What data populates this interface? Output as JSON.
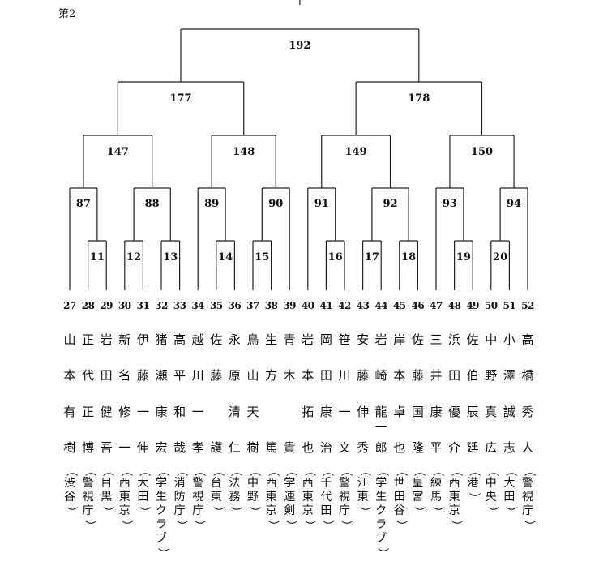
{
  "page_label": "第2",
  "bracket": {
    "final": {
      "id": "192"
    },
    "semis": [
      {
        "id": "177"
      },
      {
        "id": "178"
      }
    ],
    "quarters": [
      {
        "id": "147"
      },
      {
        "id": "148"
      },
      {
        "id": "149"
      },
      {
        "id": "150"
      }
    ],
    "r2": [
      {
        "id": "87"
      },
      {
        "id": "88"
      },
      {
        "id": "89"
      },
      {
        "id": "90"
      },
      {
        "id": "91"
      },
      {
        "id": "92"
      },
      {
        "id": "93"
      },
      {
        "id": "94"
      }
    ],
    "r1": [
      {
        "id": "11"
      },
      {
        "id": "12"
      },
      {
        "id": "13"
      },
      {
        "id": "14"
      },
      {
        "id": "15"
      },
      {
        "id": "16"
      },
      {
        "id": "17"
      },
      {
        "id": "18"
      },
      {
        "id": "19"
      },
      {
        "id": "20"
      }
    ]
  },
  "entrants": [
    {
      "no": "27",
      "name": "山本有樹",
      "affil": "渋谷"
    },
    {
      "no": "28",
      "name": "正代正博",
      "affil": "警視庁"
    },
    {
      "no": "29",
      "name": "岩田健吾",
      "affil": "目黒"
    },
    {
      "no": "30",
      "name": "新名修一",
      "affil": "西東京"
    },
    {
      "no": "31",
      "name": "伊藤一伸",
      "affil": "大田"
    },
    {
      "no": "32",
      "name": "猪瀬康宏",
      "affil": "学生クラブ"
    },
    {
      "no": "33",
      "name": "高平和哉",
      "affil": "消防庁"
    },
    {
      "no": "34",
      "name": "越川一孝",
      "affil": "警視庁"
    },
    {
      "no": "35",
      "name": "佐藤護",
      "affil": "台東"
    },
    {
      "no": "36",
      "name": "永原清仁",
      "affil": "法務"
    },
    {
      "no": "37",
      "name": "鳥山天樹",
      "affil": "中野"
    },
    {
      "no": "38",
      "name": "生方篤",
      "affil": "西東京"
    },
    {
      "no": "39",
      "name": "青木貴",
      "affil": "学連剣"
    },
    {
      "no": "40",
      "name": "岩本拓也",
      "affil": "西東京"
    },
    {
      "no": "41",
      "name": "岡田康治",
      "affil": "千代田"
    },
    {
      "no": "42",
      "name": "笹川一文",
      "affil": "警視庁"
    },
    {
      "no": "43",
      "name": "安藤伸秀",
      "affil": "江東"
    },
    {
      "no": "44",
      "name": "岩崎龍一郎",
      "affil": "学生クラブ"
    },
    {
      "no": "45",
      "name": "岸本卓也",
      "affil": "世田谷"
    },
    {
      "no": "46",
      "name": "佐藤国隆",
      "affil": "皇宮"
    },
    {
      "no": "47",
      "name": "三井康平",
      "affil": "練馬"
    },
    {
      "no": "48",
      "name": "浜田優介",
      "affil": "西東京"
    },
    {
      "no": "49",
      "name": "佐伯辰廷",
      "affil": "港"
    },
    {
      "no": "50",
      "name": "中野真広",
      "affil": "中央"
    },
    {
      "no": "51",
      "name": "小澤誠志",
      "affil": "大田"
    },
    {
      "no": "52",
      "name": "高橋秀人",
      "affil": "警視庁"
    }
  ]
}
